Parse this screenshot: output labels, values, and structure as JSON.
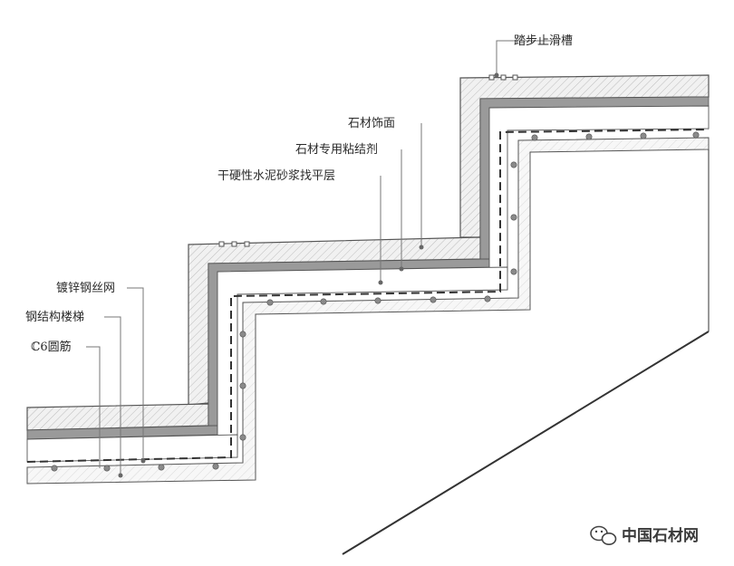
{
  "labels": {
    "tread_antislip": "踏步止滑槽",
    "stone_finish": "石材饰面",
    "stone_adhesive": "石材专用粘结剂",
    "cement_leveling": "干硬性水泥砂浆找平层",
    "galvanized_mesh": "镀锌钢丝网",
    "steel_stair": "钢结构楼梯",
    "round_bar": "ℂ6圆筋"
  },
  "watermark": {
    "text": "中国石材网",
    "icon": "wechat-icon"
  },
  "colors": {
    "line": "#555555",
    "stone_hatch": "#cfcfcf",
    "adhesive": "#9a9a9a",
    "background": "#ffffff"
  }
}
